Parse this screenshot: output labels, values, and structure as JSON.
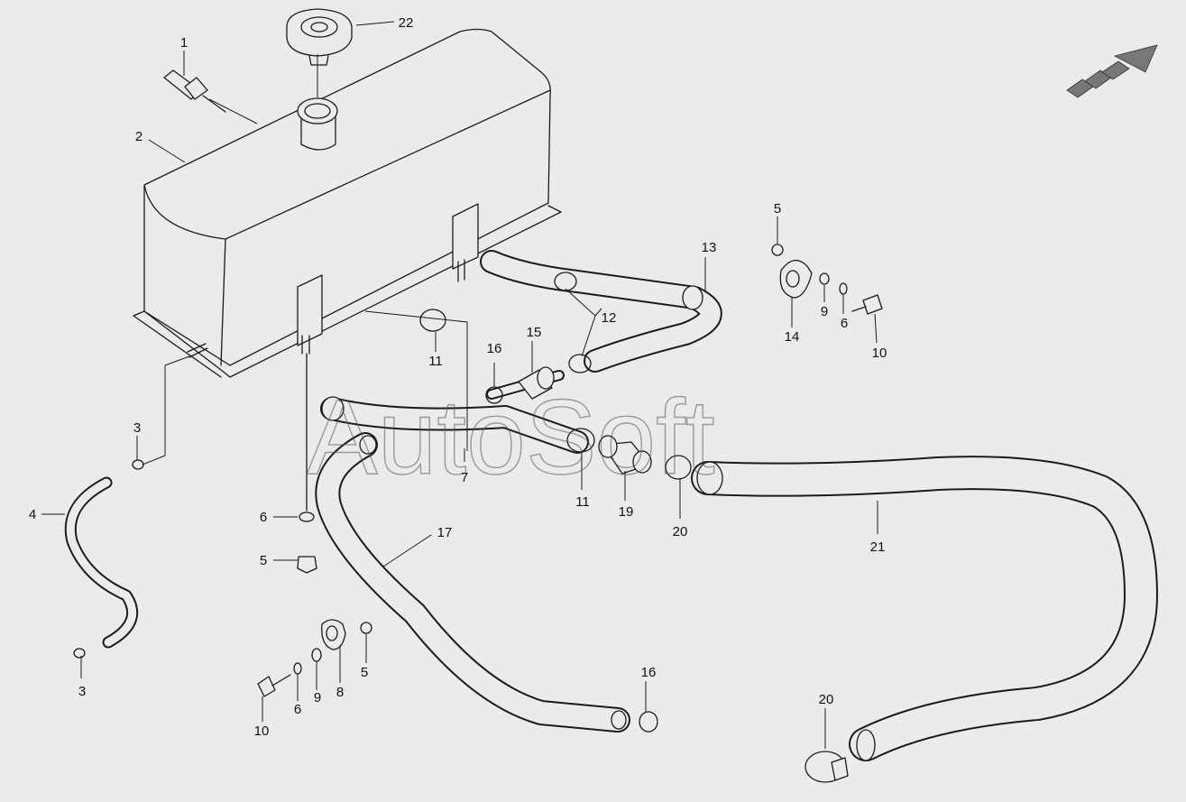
{
  "watermark": "AutoSoft",
  "callouts": {
    "c1": "1",
    "c2": "2",
    "c3a": "3",
    "c3b": "3",
    "c4": "4",
    "c5a": "5",
    "c5b": "5",
    "c5c": "5",
    "c6a": "6",
    "c6b": "6",
    "c6c": "6",
    "c7": "7",
    "c8": "8",
    "c9a": "9",
    "c9b": "9",
    "c10a": "10",
    "c10b": "10",
    "c11a": "11",
    "c11b": "11",
    "c12": "12",
    "c13": "13",
    "c14": "14",
    "c15": "15",
    "c16a": "16",
    "c16b": "16",
    "c17": "17",
    "c19": "19",
    "c20a": "20",
    "c20b": "20",
    "c21": "21",
    "c22": "22"
  },
  "icons": {
    "direction": "forward-direction-arrow-icon"
  }
}
